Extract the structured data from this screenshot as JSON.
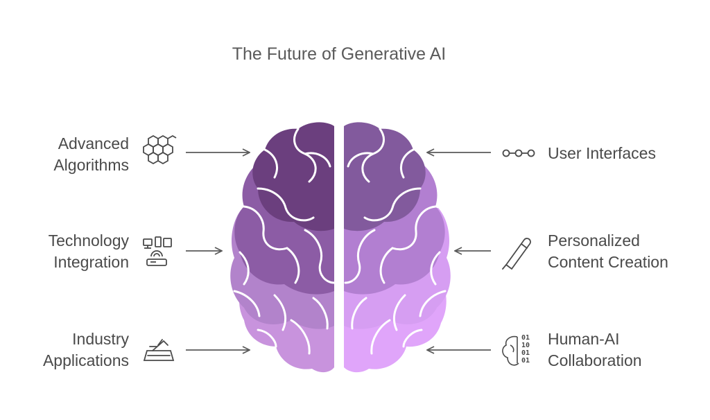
{
  "title": "The Future of Generative AI",
  "left_items": [
    {
      "line1": "Advanced",
      "line2": "Algorithms",
      "icon": "hexagon-grid-icon"
    },
    {
      "line1": "Technology",
      "line2": "Integration",
      "icon": "devices-router-icon"
    },
    {
      "line1": "Industry",
      "line2": "Applications",
      "icon": "machinery-icon"
    }
  ],
  "right_items": [
    {
      "line1": "User Interfaces",
      "line2": "",
      "icon": "connected-nodes-icon"
    },
    {
      "line1": "Personalized",
      "line2": "Content Creation",
      "icon": "pen-icon"
    },
    {
      "line1": "Human-AI",
      "line2": "Collaboration",
      "icon": "brain-binary-icon"
    }
  ],
  "colors": {
    "left_top": "#6b3f7e",
    "left_mid": "#8c5ca5",
    "left_low": "#b283cb",
    "left_bottom": "#c893dd",
    "right_top": "#825a9d",
    "right_mid": "#b27fd1",
    "right_low": "#d69ef2",
    "right_bottom": "#e0a5fa",
    "arrow": "#5a5a5a"
  }
}
